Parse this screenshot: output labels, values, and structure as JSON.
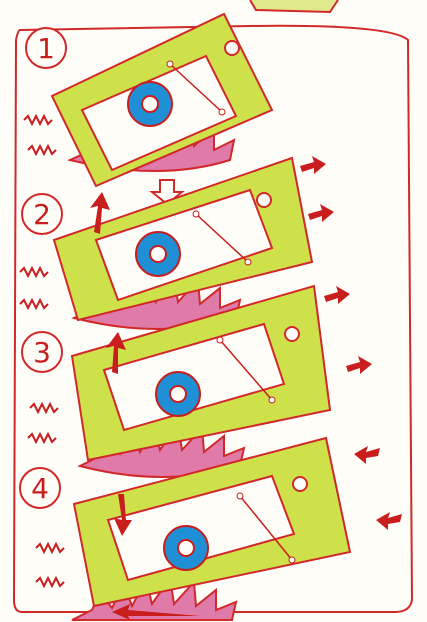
{
  "steps": [
    {
      "label": "1"
    },
    {
      "label": "2"
    },
    {
      "label": "3"
    },
    {
      "label": "4"
    }
  ],
  "colors": {
    "outline": "#d1282a",
    "plate": "#cfe14a",
    "plate_light": "#e7ef6a",
    "wheel": "#e07aa8",
    "eye": "#1f8fd6",
    "arrow": "#c81e1e",
    "paper": "#fffdf8"
  },
  "icons": {
    "motion_arrow": "red-arrow-icon",
    "spring": "spring-icon",
    "cam": "eye-cam-icon",
    "ratchet_wheel": "ratchet-wheel-icon",
    "down_arrow": "outline-down-arrow-icon"
  }
}
